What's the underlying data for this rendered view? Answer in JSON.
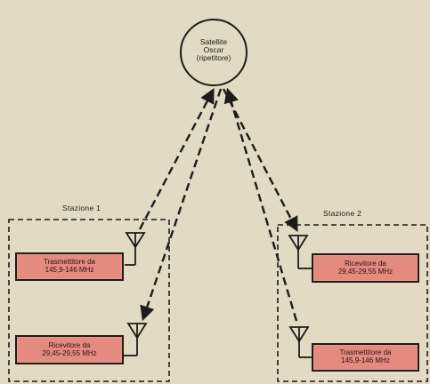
{
  "satellite": {
    "line1": "Satellite",
    "line2": "Oscar",
    "line3": "(ripetitore)"
  },
  "station1": {
    "title": "Stazione 1",
    "transmitter": {
      "line1": "Trasmettitore da",
      "line2": "145,9-146 MHz"
    },
    "receiver": {
      "line1": "Ricevitore da",
      "line2": "29,45-29,55 MHz"
    }
  },
  "station2": {
    "title": "Stazione 2",
    "receiver": {
      "line1": "Ricevitore da",
      "line2": "29,45-29,55 MHz"
    },
    "transmitter": {
      "line1": "Trasmettitore da",
      "line2": "145,9-146 MHz"
    }
  },
  "colors": {
    "background": "#e3dac3",
    "box_fill": "#e48a7f",
    "ink": "#1f1b18"
  }
}
